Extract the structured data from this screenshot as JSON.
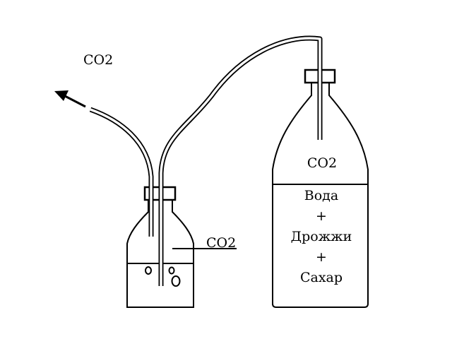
{
  "labels": {
    "co2_escape": "CO2",
    "co2_small_bottle": "CO2",
    "co2_big_bottle": "CO2",
    "water": "Вода",
    "plus1": "+",
    "yeast": "Дрожжи",
    "plus2": "+",
    "sugar": "Сахар"
  }
}
